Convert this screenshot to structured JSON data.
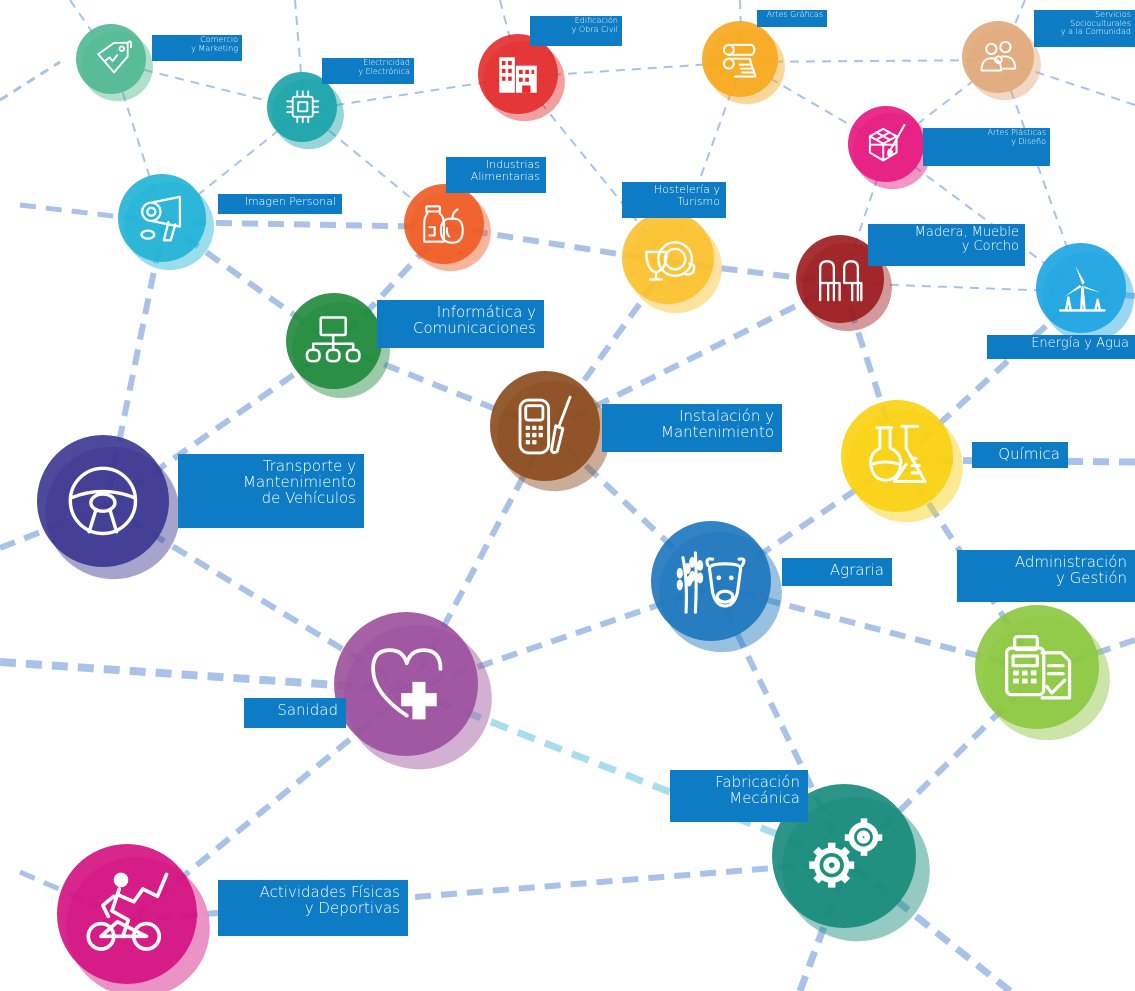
{
  "colors": {
    "label_bg": "#0d7cc4",
    "link": "#a9c3e8",
    "link_highlight": "#a9dcec",
    "comercio": "#4fb893",
    "electricidad": "#17a3a9",
    "edificacion": "#e32b2b",
    "artes_graficas": "#f6a81c",
    "servicios": "#e0a879",
    "artes_plasticas": "#e5167e",
    "imagen": "#20b3d6",
    "alimentarias": "#ef5a24",
    "hosteleria": "#fbc02d",
    "madera": "#9b1b1e",
    "energia": "#1ca4e1",
    "informatica": "#1f8a3b",
    "instalacion": "#8a4a1c",
    "quimica": "#f9d10f",
    "transporte": "#3a3590",
    "agraria": "#1b75bc",
    "administracion": "#8cc63f",
    "sanidad": "#9b4f9c",
    "fabricacion": "#15897a",
    "deportivas": "#d4107f"
  },
  "families": {
    "comercio": {
      "label": "Comercio\ny Marketing",
      "icon": "price-tag-icon"
    },
    "electricidad": {
      "label": "Electricidad\ny Electrónica",
      "icon": "microchip-icon"
    },
    "edificacion": {
      "label": "Edificación\ny Obra Civil",
      "icon": "building-icon"
    },
    "artes_graficas": {
      "label": "Artes Gráficas",
      "icon": "printing-rolls-icon"
    },
    "servicios": {
      "label": "Servicios\nSocioculturales\ny a la Comunidad",
      "icon": "people-icon"
    },
    "artes_plasticas": {
      "label": "Artes Plásticas\ny Diseño",
      "icon": "cube-brush-icon"
    },
    "imagen": {
      "label": "Imagen Personal",
      "icon": "hair-dryer-icon"
    },
    "alimentarias": {
      "label": "Industrias\nAlimentarias",
      "icon": "jar-apple-icon"
    },
    "hosteleria": {
      "label": "Hostelería  y\nTurismo",
      "icon": "dishes-icon"
    },
    "madera": {
      "label": "Madera, Mueble\ny Corcho",
      "icon": "chairs-icon"
    },
    "energia": {
      "label": "Energía y Agua",
      "icon": "wind-turbine-icon"
    },
    "informatica": {
      "label": "Informática y\nComunicaciones",
      "icon": "network-icon"
    },
    "instalacion": {
      "label": "Instalación y\nMantenimiento",
      "icon": "meter-screwdriver-icon"
    },
    "quimica": {
      "label": "Química",
      "icon": "flask-icon"
    },
    "transporte": {
      "label": "Transporte y\nMantenimiento\nde Vehículos",
      "icon": "steering-wheel-icon"
    },
    "agraria": {
      "label": "Agraria",
      "icon": "wheat-cow-icon"
    },
    "administracion": {
      "label": "Administración\ny Gestión",
      "icon": "calculator-document-icon"
    },
    "sanidad": {
      "label": "Sanidad",
      "icon": "heart-cross-icon"
    },
    "fabricacion": {
      "label": "Fabricación\nMecánica",
      "icon": "gears-icon"
    },
    "deportivas": {
      "label": "Actividades Físicas\ny Deportivas",
      "icon": "cyclist-icon"
    }
  }
}
